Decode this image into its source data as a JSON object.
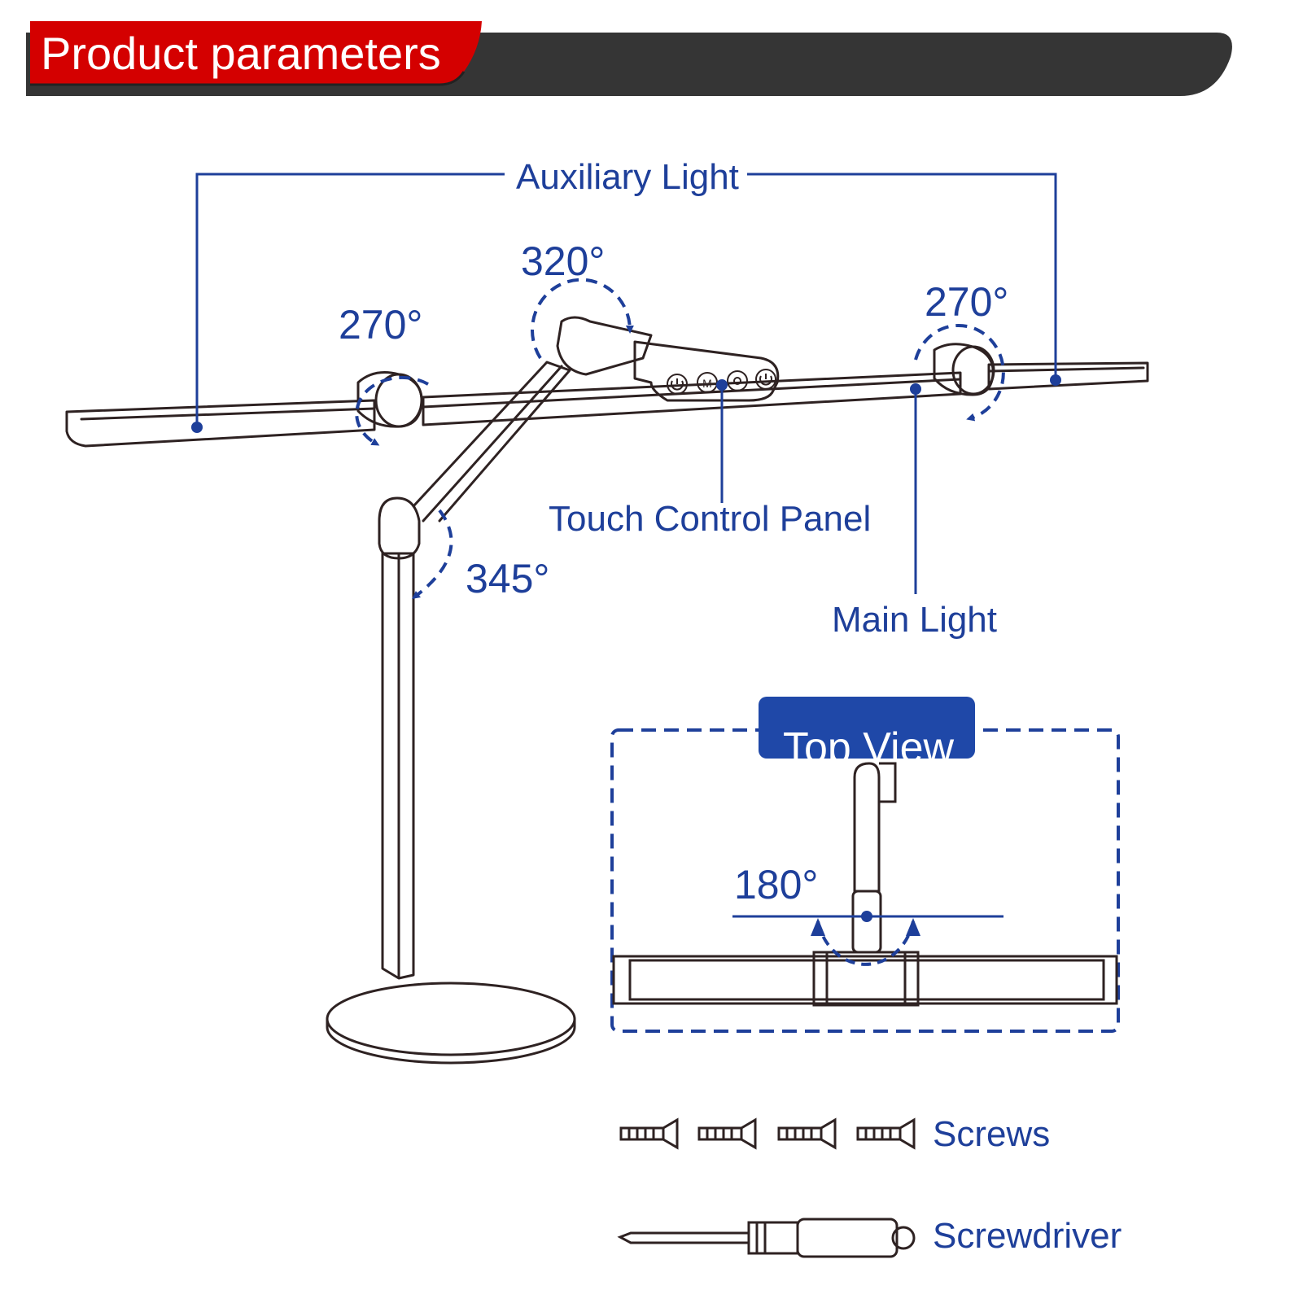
{
  "header": {
    "title": "Product parameters"
  },
  "callouts": {
    "auxiliary_light": "Auxiliary Light",
    "touch_control_panel": "Touch Control Panel",
    "main_light": "Main Light"
  },
  "angles": {
    "left_joint": "270°",
    "center_joint": "320°",
    "right_joint": "270°",
    "base_joint": "345°",
    "top_view": "180°"
  },
  "top_view": {
    "title": "Top View"
  },
  "accessories": {
    "screws": "Screws",
    "screwdriver": "Screwdriver"
  },
  "panel_buttons": [
    "power-icon",
    "mode-icon",
    "brightness-icon",
    "power-icon"
  ],
  "colors": {
    "accent_red": "#cc0000",
    "header_dark": "#353535",
    "label_blue": "#1e3f9a",
    "line_art": "#2e2222"
  }
}
